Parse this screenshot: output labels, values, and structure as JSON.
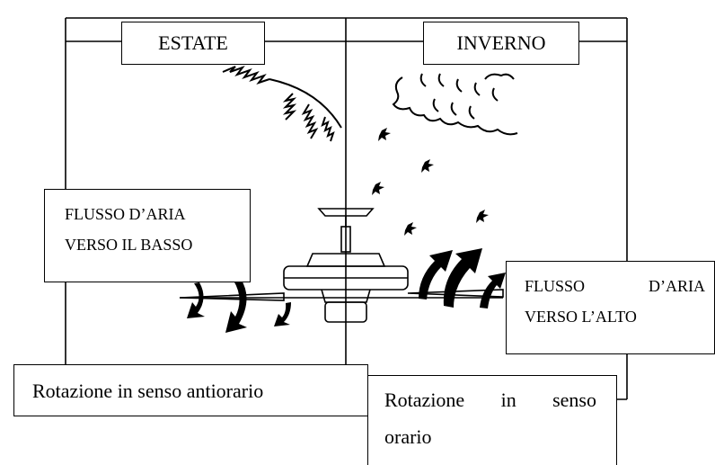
{
  "summer": {
    "title": "ESTATE",
    "flow_line1": "FLUSSO D’ARIA",
    "flow_line2": "VERSO IL BASSO",
    "rotation": "Rotazione in senso antiorario"
  },
  "winter": {
    "title": "INVERNO",
    "flow_line1": "FLUSSO    D’ARIA",
    "flow_line2": "VERSO L’ALTO",
    "rotation_line1": "Rotazione  in  senso",
    "rotation_line2": "orario"
  },
  "colors": {
    "ink": "#000000",
    "paper": "#ffffff"
  },
  "icons": [
    "ceiling-fan-icon",
    "down-arrow-icon",
    "up-arrow-icon",
    "warm-air-icon",
    "cold-air-icon"
  ]
}
